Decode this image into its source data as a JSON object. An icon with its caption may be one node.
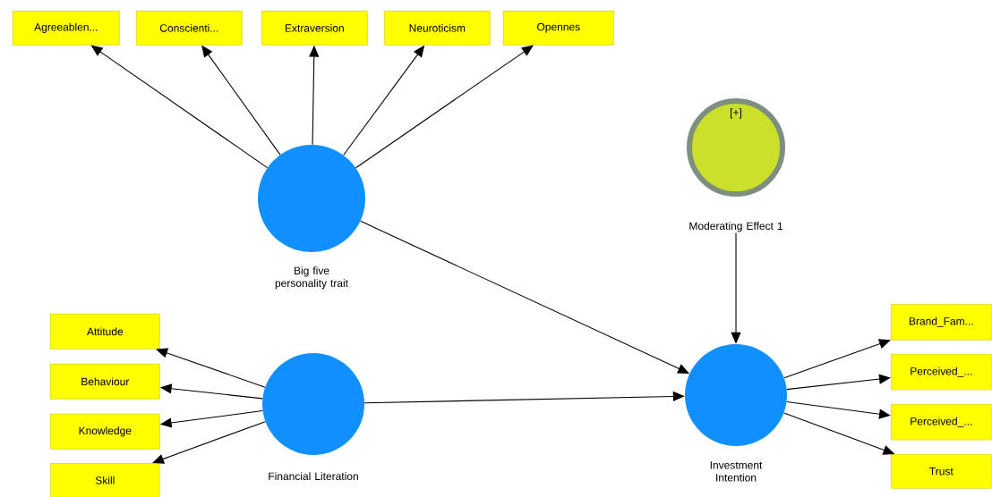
{
  "diagram": {
    "nodes": [
      {
        "text": [
          "Agreeablen..."
        ]
      },
      {
        "text": [
          "Conscienti..."
        ]
      },
      {
        "text": [
          "Extraversion"
        ]
      },
      {
        "text": [
          "Neuroticism"
        ]
      },
      {
        "text": [
          "Opennes"
        ]
      },
      {
        "text": [
          "[+]",
          "Moderating Effect 1"
        ]
      },
      {
        "text": [
          "Big five personality trait"
        ]
      },
      {
        "text": [
          "Attitude"
        ]
      },
      {
        "text": [
          "Brand_Fam..."
        ]
      },
      {
        "text": [
          "Behaviour"
        ]
      },
      {
        "text": [
          "Perceived_..."
        ]
      },
      {
        "text": [
          "Financial Literation"
        ]
      },
      {
        "text": [
          "Investment Intention"
        ]
      },
      {
        "text": [
          "Knowledge"
        ]
      },
      {
        "text": [
          "Perceived_..."
        ]
      },
      {
        "text": [
          "Skill"
        ]
      },
      {
        "text": [
          "Trust"
        ]
      }
    ],
    "edges": [
      {
        "from": 6,
        "to": 0,
        "arrow": "to"
      },
      {
        "from": 6,
        "to": 1,
        "arrow": "to"
      },
      {
        "from": 6,
        "to": 2,
        "arrow": "to"
      },
      {
        "from": 6,
        "to": 3,
        "arrow": "to"
      },
      {
        "from": 6,
        "to": 4,
        "arrow": "to"
      },
      {
        "from": 6,
        "to": 12,
        "arrow": "to"
      },
      {
        "from": 5,
        "to": 12,
        "arrow": "to"
      },
      {
        "from": 11,
        "to": 12,
        "arrow": "to"
      },
      {
        "from": 11,
        "to": 7,
        "arrow": "to"
      },
      {
        "from": 11,
        "to": 9,
        "arrow": "to"
      },
      {
        "from": 11,
        "to": 13,
        "arrow": "to"
      },
      {
        "from": 11,
        "to": 15,
        "arrow": "to"
      },
      {
        "from": 12,
        "to": 8,
        "arrow": "to"
      },
      {
        "from": 12,
        "to": 10,
        "arrow": "to"
      },
      {
        "from": 12,
        "to": 14,
        "arrow": "to"
      },
      {
        "from": 12,
        "to": 16,
        "arrow": "to"
      }
    ]
  }
}
